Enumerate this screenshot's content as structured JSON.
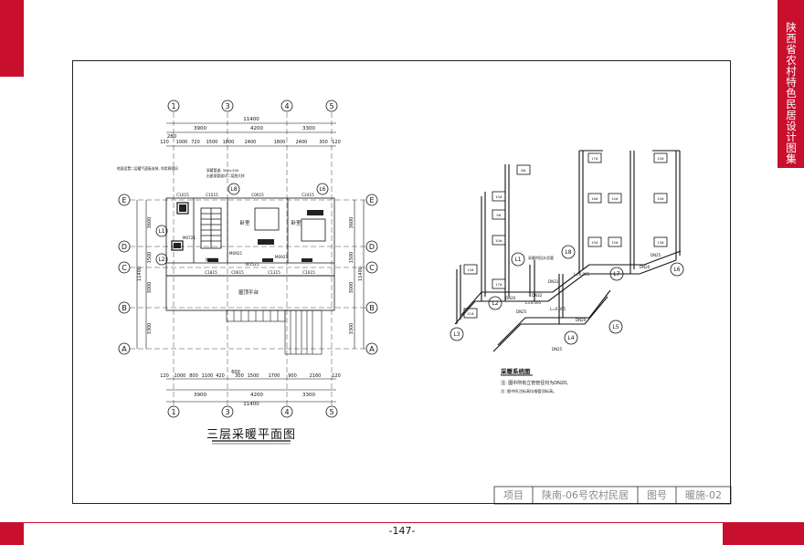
{
  "side_title": "陕西省农村特色民居设计图集",
  "page_number": "-147-",
  "plan": {
    "title": "三层采暖平面图",
    "axes_cols": [
      "1",
      "3",
      "4",
      "5"
    ],
    "axes_rows": [
      "E",
      "D",
      "C",
      "B",
      "A"
    ],
    "dim_top_total": "11400",
    "dim_top_mid": [
      "3900",
      "4200",
      "3300"
    ],
    "dim_top_detail": [
      "120",
      "1000",
      "720",
      "1500",
      "1800",
      "2400",
      "1800",
      "2400",
      "300",
      "120"
    ],
    "dim_top_280": "280",
    "dim_bottom_detail": [
      "120",
      "1000",
      "800",
      "1100",
      "420",
      "300",
      "1500",
      "1700",
      "900",
      "2160",
      "120"
    ],
    "dim_bottom_mid": [
      "3900",
      "4200",
      "3300"
    ],
    "dim_bottom_total": "11400",
    "dim_bottom_small": "600",
    "dim_left": [
      "3600",
      "1500",
      "3000",
      "3300"
    ],
    "dim_right": [
      "3600",
      "1500",
      "3000",
      "3300"
    ],
    "dim_side_total": "11400",
    "rooms": [
      "卧室",
      "卧室",
      "屋顶平台"
    ],
    "codes": [
      "C1015",
      "C1515",
      "C0615",
      "C2415",
      "M0721",
      "M0921",
      "W1521",
      "M0921",
      "C1815",
      "C0615",
      "C1315",
      "C1615",
      "W1521"
    ],
    "risers": [
      "L8",
      "L6",
      "L1",
      "L2"
    ],
    "notes": [
      "地面设置二层暖气面板安装, 利用两侧风",
      "采暖管道: 300×200",
      "出屋面管道详二层图大样"
    ]
  },
  "system": {
    "title": "采暖系统图",
    "notes": [
      "注: 图中所有立管管径均为DN20。",
      "注: 图中所注标高均指管顶标高。"
    ],
    "risers": [
      "L1",
      "L2",
      "L3",
      "L4",
      "L5",
      "L6",
      "L7",
      "L8"
    ],
    "pipe_labels": [
      "DN20",
      "DN25",
      "DN32",
      "DN25",
      "DN20",
      "DN25",
      "DN20",
      "DN32"
    ],
    "radiator_labels": [
      "8#",
      "10#",
      "9#",
      "10#",
      "13#",
      "17#",
      "11#",
      "17#",
      "10#",
      "16#",
      "14#",
      "10#",
      "15#",
      "15#",
      "13#"
    ],
    "elevations": [
      "L=0.005",
      "L=0.005",
      "L=0.005"
    ],
    "header_label": "采暖供回水总管"
  },
  "title_block": {
    "project_label": "项目",
    "project_name": "陕南-06号农村民居",
    "drawing_no_label": "图号",
    "drawing_no": "暖施-02"
  },
  "colors": {
    "accent_red": "#c8102e",
    "line": "#111111",
    "title_block_text": "#8a8a8a"
  }
}
